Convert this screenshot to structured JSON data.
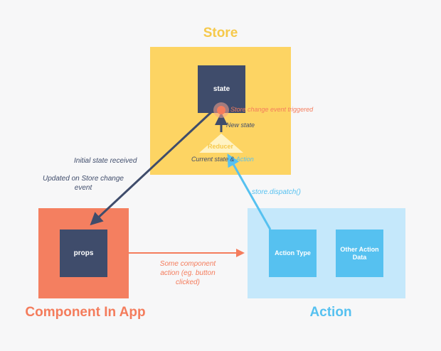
{
  "store": {
    "title": "Store",
    "state_label": "state"
  },
  "reducer": {
    "label": "Reducer",
    "input_prefix": "Current state & ",
    "input_action": "Action"
  },
  "labels": {
    "new_state": "New state",
    "store_change": "Store change event triggered",
    "initial_state": "Initial state received",
    "updated": "Updated on Store change event",
    "dispatch": "store.dispatch()",
    "component_action": "Some component action (eg. button clicked)"
  },
  "component": {
    "title": "Component In App",
    "props_label": "props"
  },
  "action": {
    "title": "Action",
    "type_label": "Action Type",
    "other_label": "Other Action Data"
  },
  "colors": {
    "store": "#fdd463",
    "component": "#f47f60",
    "action": "#c5e8fb",
    "navy": "#3f4c6b",
    "blue": "#56c1f0",
    "orange": "#f47c5c"
  }
}
